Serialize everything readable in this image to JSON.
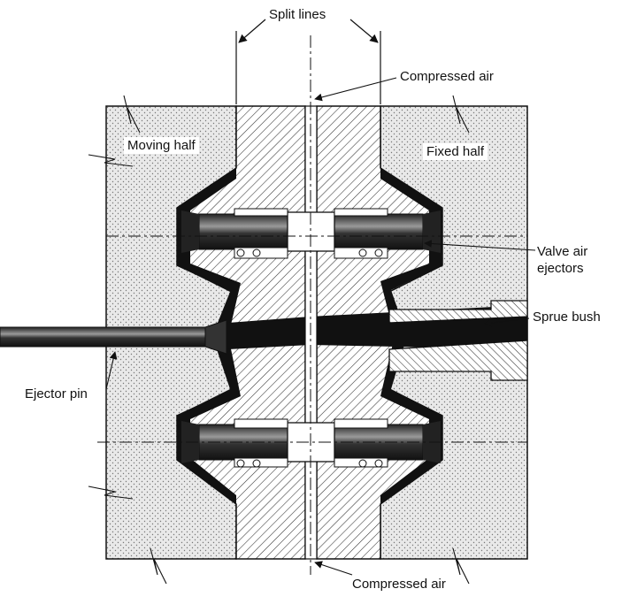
{
  "labels": {
    "split_lines": "Split lines",
    "compressed_air_top": "Compressed air",
    "compressed_air_bottom": "Compressed air",
    "moving_half": "Moving half",
    "fixed_half": "Fixed half",
    "valve_air_ejectors": [
      "Valve air",
      "ejectors"
    ],
    "sprue_bush": "Sprue bush",
    "ejector_pin": "Ejector pin"
  }
}
